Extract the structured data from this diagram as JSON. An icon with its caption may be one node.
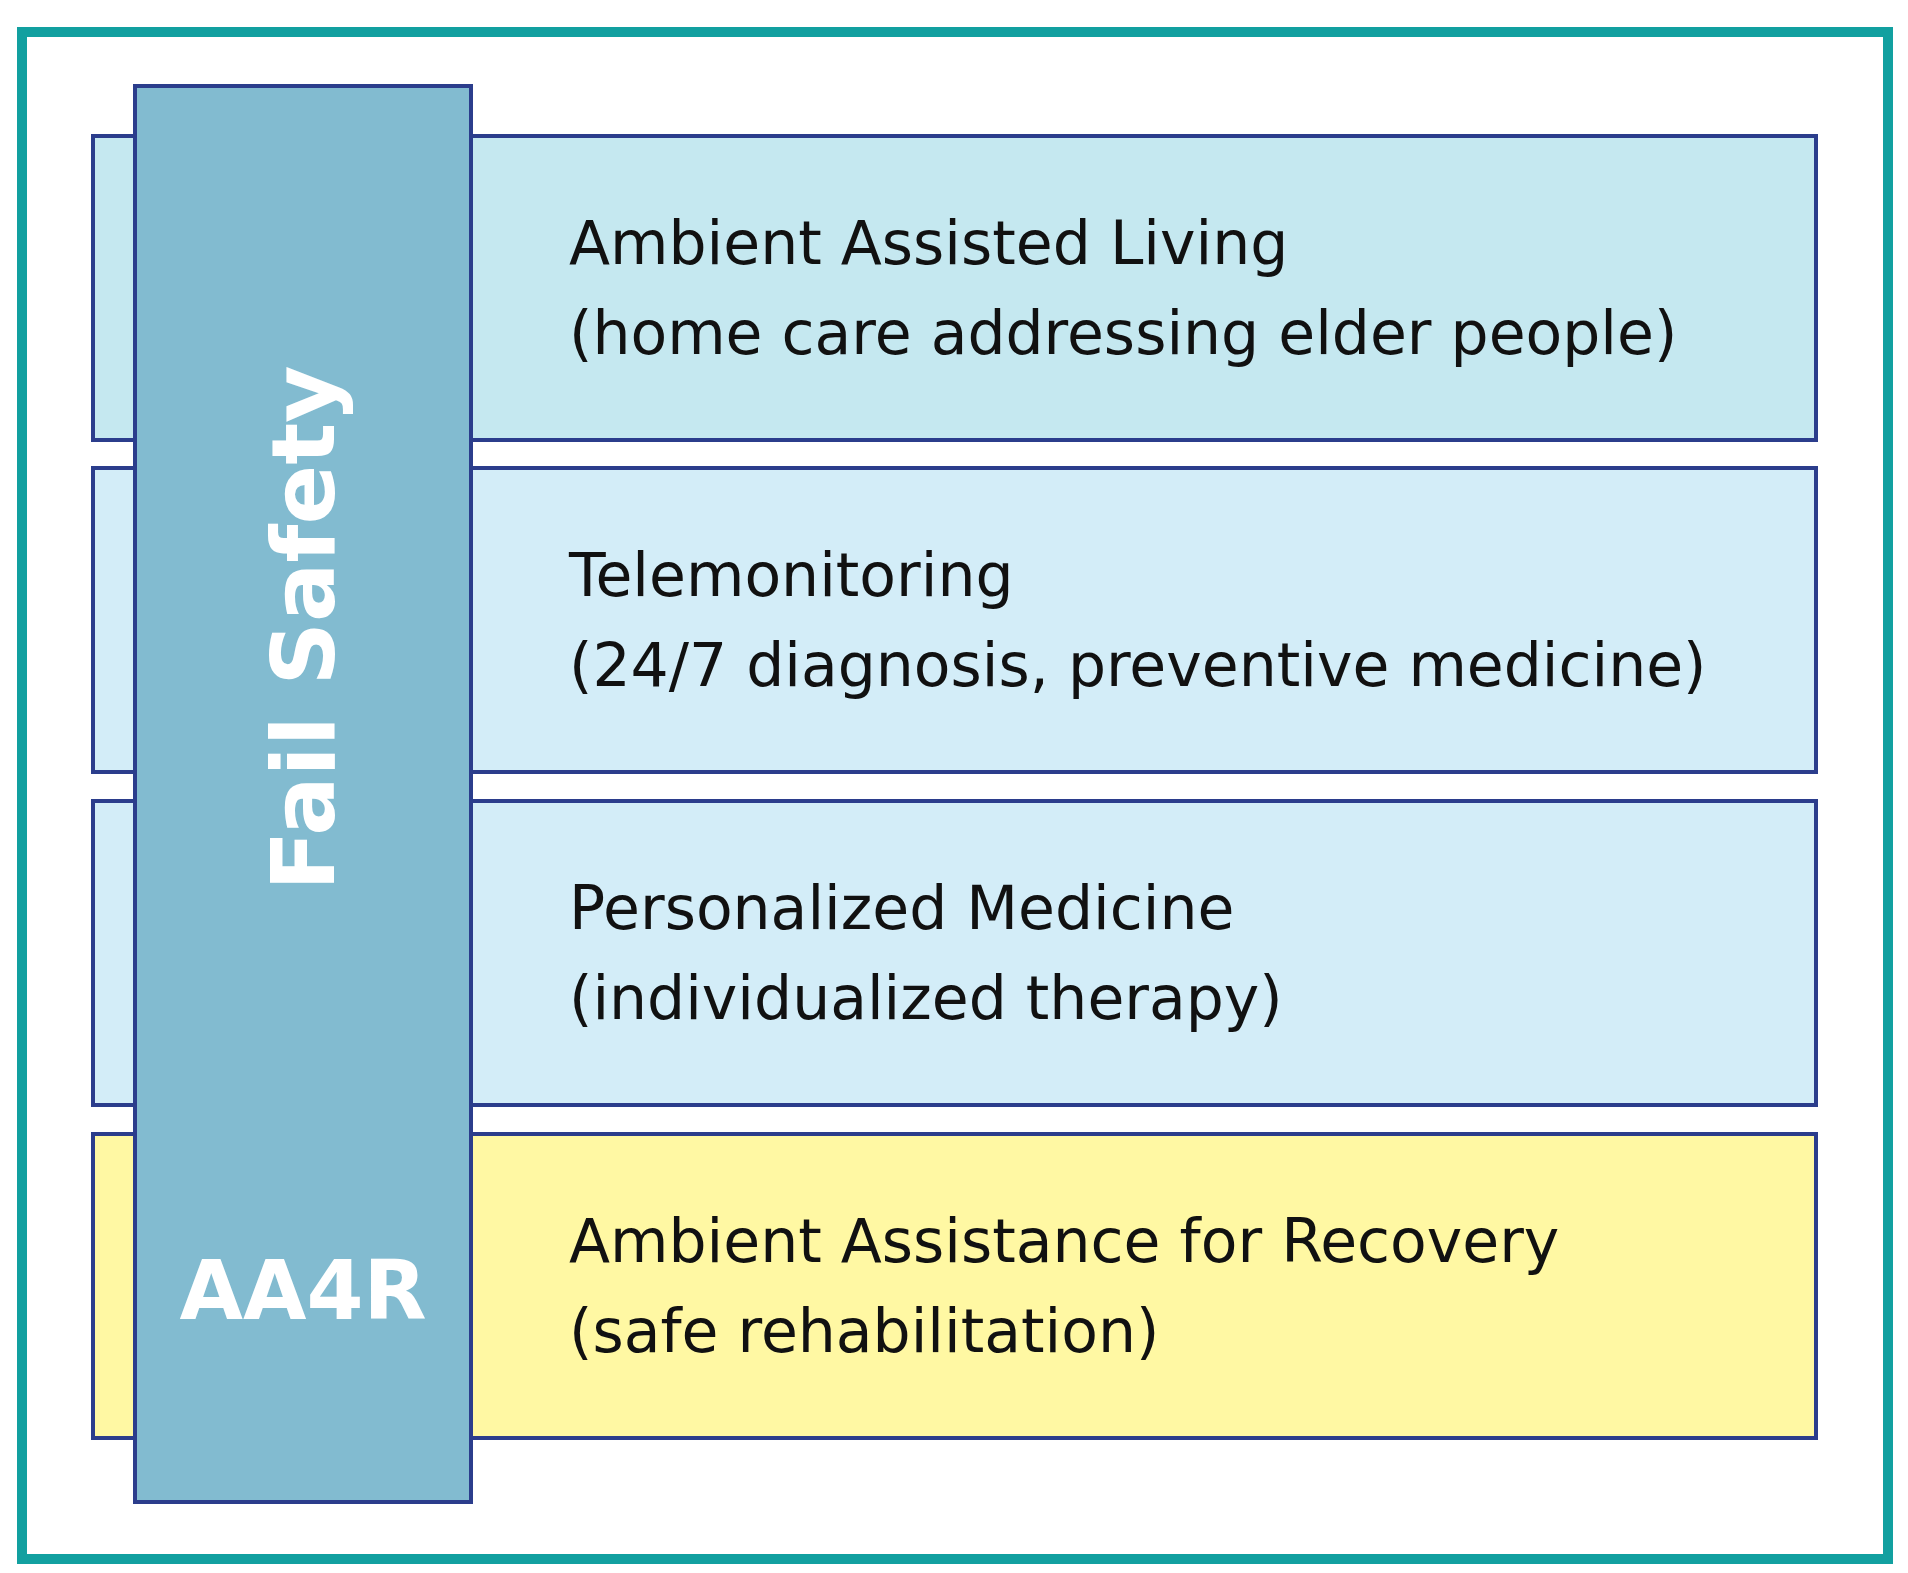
{
  "diagram": {
    "nodes": [
      {
        "text": [
          "Ambient Assisted Living",
          "(home care addressing elder people)"
        ]
      },
      {
        "text": [
          "Telemonitoring",
          "(24/7 diagnosis, preventive medicine)"
        ]
      },
      {
        "text": [
          "Personalized Medicine",
          "(individualized therapy)"
        ]
      },
      {
        "text": [
          "Ambient Assistance for Recovery",
          "(safe rehabilitation)"
        ]
      },
      {
        "text": [
          "Fail Safety",
          "AA4R"
        ]
      }
    ]
  }
}
